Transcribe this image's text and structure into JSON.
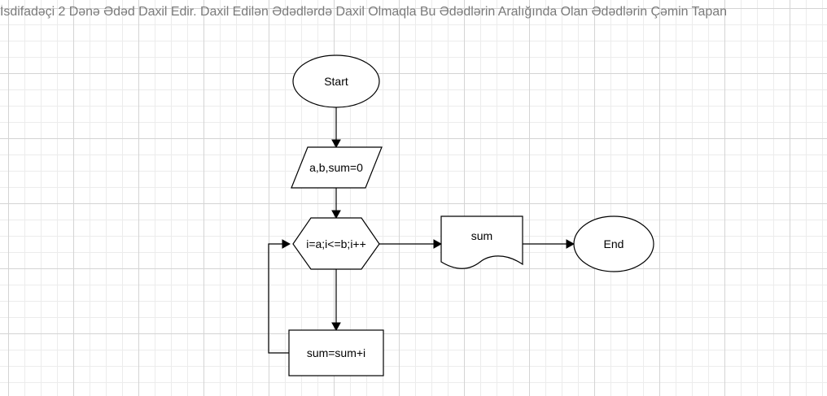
{
  "title": "İsdifadəçi 2 Dənə Ədəd Daxil Edir. Daxil Edilən Ədədlərdə Daxil Olmaqla Bu Ədədlərin Aralığında Olan Ədədlərin Çəmin Tapan",
  "nodes": {
    "start": "Start",
    "input": "a,b,sum=0",
    "loop": "i=a;i<=b;i++",
    "process": "sum=sum+i",
    "output": "sum",
    "end": "End"
  },
  "colors": {
    "grid_major": "#d4d4d4",
    "grid_minor": "#ececec",
    "stroke": "#000000",
    "title_text": "#7a7a7a"
  }
}
